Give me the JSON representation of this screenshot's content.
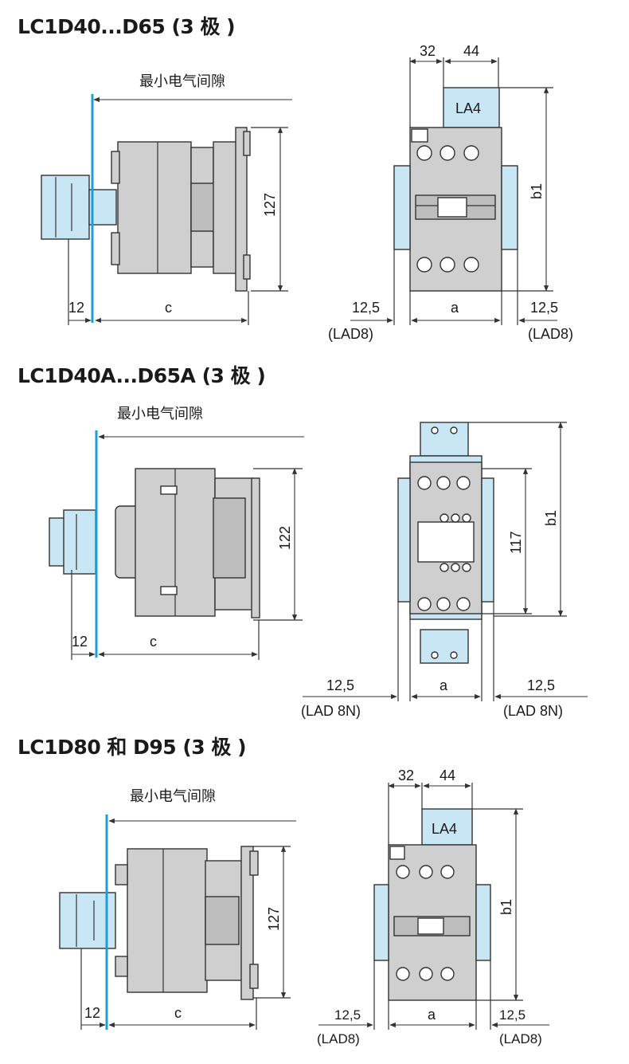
{
  "sections": [
    {
      "title": "LC1D40...D65 (3 极 )",
      "clearance_label": "最小电气间隙",
      "side_dims": {
        "height": "127",
        "offset": "12",
        "depth": "c"
      },
      "front_dims": {
        "top_left": "32",
        "top_right": "44",
        "module": "LA4",
        "height": "b1",
        "width": "a",
        "left_ext": "12,5",
        "left_ext_note": "(LAD8)",
        "right_ext": "12,5",
        "right_ext_note": "(LAD8)"
      }
    },
    {
      "title": "LC1D40A...D65A (3 极 )",
      "clearance_label": "最小电气间隙",
      "side_dims": {
        "height": "122",
        "offset": "12",
        "depth": "c"
      },
      "front_dims": {
        "inner_height": "117",
        "height": "b1",
        "width": "a",
        "left_ext": "12,5",
        "left_ext_note": "(LAD 8N)",
        "right_ext": "12,5",
        "right_ext_note": "(LAD 8N)"
      }
    },
    {
      "title": "LC1D80 和 D95 (3 极 )",
      "clearance_label": "最小电气间隙",
      "side_dims": {
        "height": "127",
        "offset": "12",
        "depth": "c"
      },
      "front_dims": {
        "top_left": "32",
        "top_right": "44",
        "module": "LA4",
        "height": "b1",
        "width": "a",
        "left_ext": "12,5",
        "left_ext_note": "(LAD8)",
        "right_ext": "12,5",
        "right_ext_note": "(LAD8)"
      }
    }
  ],
  "colors": {
    "body": "#cfcfcf",
    "accessory": "#c9e6f5",
    "clearance_line": "#1aa0d8",
    "outline": "#333333"
  }
}
